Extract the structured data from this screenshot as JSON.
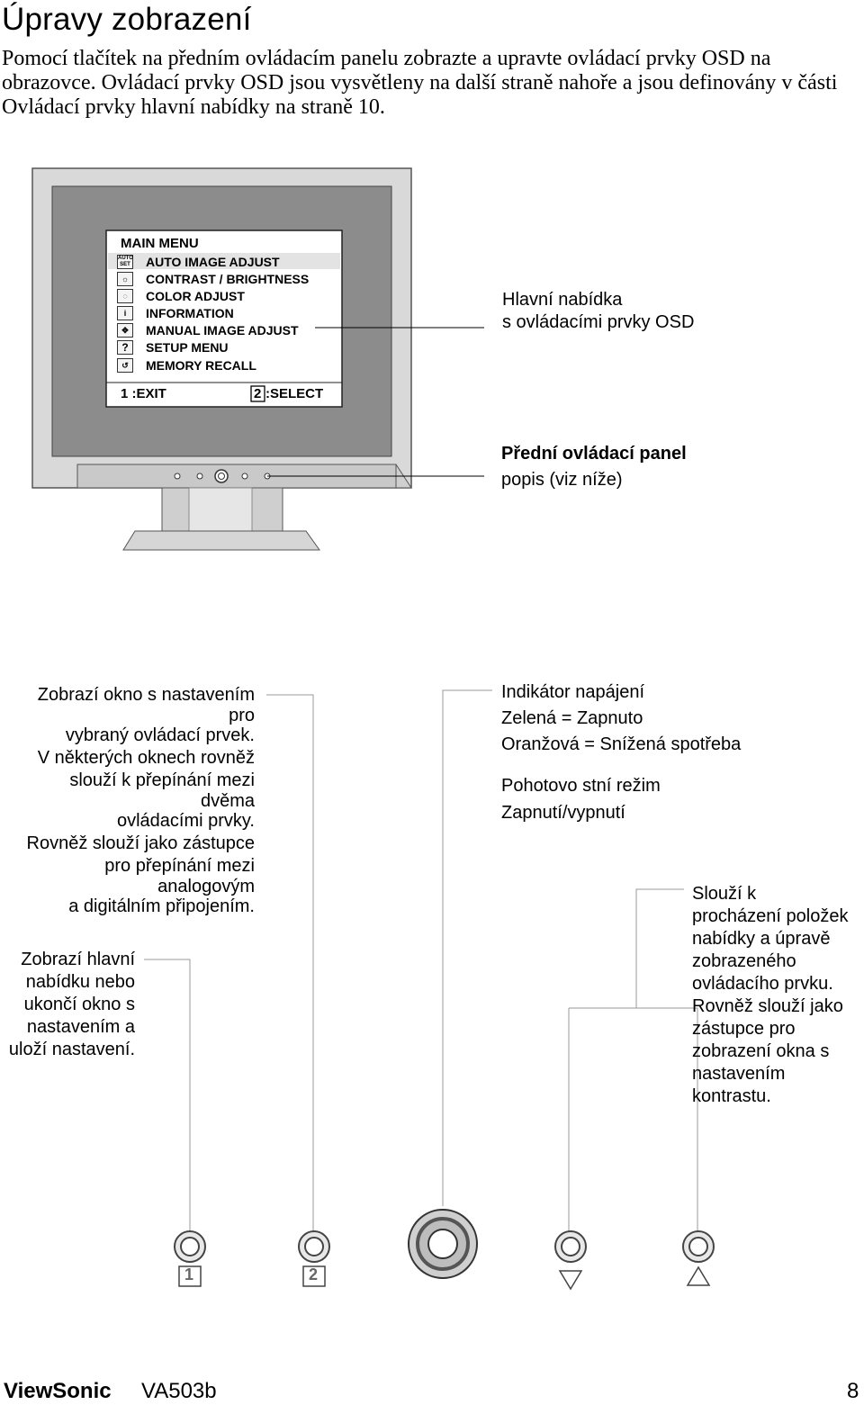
{
  "header": {
    "title": "Úpravy zobrazení",
    "intro": "Pomocí tlačítek na předním ovládacím panelu zobrazte a upravte ovládací prvky OSD na obrazovce. Ovládací prvky OSD jsou vysvětleny na další straně nahoře a jsou definovány v části Ovládací prvky hlavní nabídky na straně 10."
  },
  "osd": {
    "menu_title": "MAIN MENU",
    "items": [
      {
        "icon": "auto-set-icon",
        "icon_text": "AUTO SET",
        "label": "AUTO IMAGE ADJUST"
      },
      {
        "icon": "brightness-icon",
        "icon_text": "",
        "label": "CONTRAST / BRIGHTNESS"
      },
      {
        "icon": "color-icon",
        "icon_text": "",
        "label": "COLOR ADJUST"
      },
      {
        "icon": "info-icon",
        "icon_text": "i",
        "label": "INFORMATION"
      },
      {
        "icon": "move-icon",
        "icon_text": "",
        "label": "MANUAL IMAGE ADJUST"
      },
      {
        "icon": "question-icon",
        "icon_text": "?",
        "label": "SETUP MENU"
      },
      {
        "icon": "recall-icon",
        "icon_text": "",
        "label": "MEMORY RECALL"
      }
    ],
    "footer_exit": "1 :EXIT",
    "footer_select_key": "2",
    "footer_select": ":SELECT"
  },
  "callouts": {
    "osd_line1": "Hlavní nabídka",
    "osd_line2": "s ovládacími prvky OSD",
    "panel_line1": "Přední ovládací panel",
    "panel_line2": "popis (viz níže)",
    "btn2_desc": [
      "Zobrazí okno s nastavením",
      "pro",
      "vybraný ovládací prvek.",
      "V některých oknech rovněž",
      "slouží k přepínání mezi",
      "dvěma",
      "ovládacími prvky.",
      "Rovněž slouží jako zástupce",
      "pro přepínání mezi",
      "analogovým",
      "a digitálním připojením."
    ],
    "btn1_desc": [
      "Zobrazí hlavní",
      "nabídku nebo",
      "ukončí okno s",
      "nastavením a",
      "uloží nastavení."
    ],
    "power_desc": [
      "Indikátor napájení",
      "Zelená = Zapnuto",
      "Oranžová = Snížená spotřeba"
    ],
    "standby_desc": [
      "Pohotovo stní režim",
      "Zapnutí/vypnutí"
    ],
    "arrows_desc": [
      "Slouží k",
      "procházení položek",
      "nabídky a úpravě",
      "zobrazeného",
      "ovládacího prvku.",
      "Rovněž slouží jako",
      "zástupce pro",
      "zobrazení okna s",
      "nastavením",
      "kontrastu."
    ]
  },
  "buttons": {
    "key1": "1",
    "key2": "2"
  },
  "footer": {
    "brand": "ViewSonic",
    "model": "VA503b",
    "page": "8"
  }
}
